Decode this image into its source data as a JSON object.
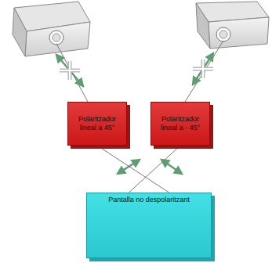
{
  "diagram": {
    "nodes": [
      {
        "text": [
          "Polaritzador lineal a 45°"
        ]
      },
      {
        "text": [
          "Polaritzador lineal a - 45°"
        ]
      },
      {
        "text": [
          "Pantalla no despolaritzant"
        ]
      }
    ],
    "edges": [
      {
        "from": 0,
        "to": 2,
        "arrow": "none"
      },
      {
        "from": 1,
        "to": 2,
        "arrow": "none"
      }
    ]
  }
}
